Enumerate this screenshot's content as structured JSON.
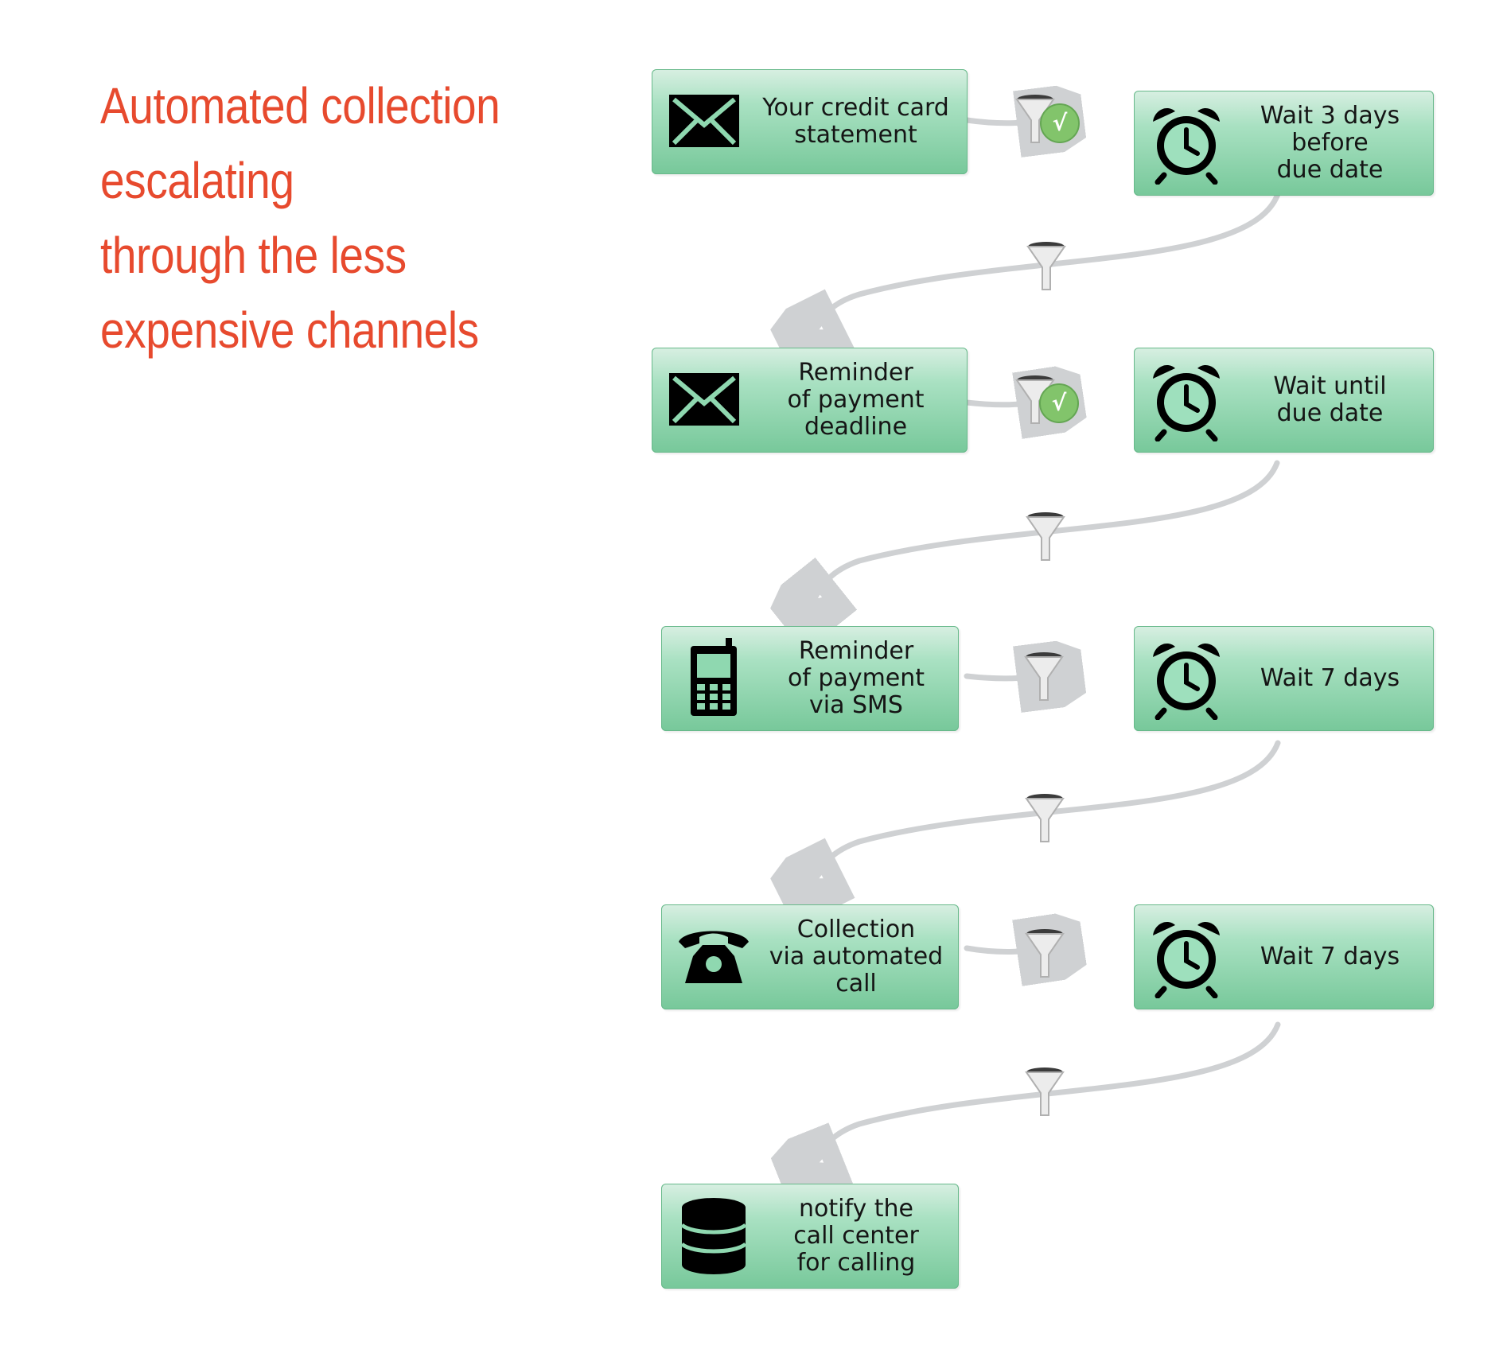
{
  "title_lines": [
    "Automated collection",
    "escalating",
    "through the less",
    "expensive channels"
  ],
  "nodes": [
    {
      "label": "Your credit card\nstatement",
      "icon": "envelope-icon"
    },
    {
      "label": "Wait 3 days\nbefore\ndue date",
      "icon": "alarm-clock-icon"
    },
    {
      "label": "Reminder\nof payment\ndeadline",
      "icon": "envelope-icon"
    },
    {
      "label": "Wait until\ndue date",
      "icon": "alarm-clock-icon"
    },
    {
      "label": "Reminder\nof payment\nvia SMS",
      "icon": "mobile-phone-icon"
    },
    {
      "label": "Wait 7 days",
      "icon": "alarm-clock-icon"
    },
    {
      "label": "Collection\nvia automated\ncall",
      "icon": "telephone-icon"
    },
    {
      "label": "Wait 7 days",
      "icon": "alarm-clock-icon"
    },
    {
      "label": "notify the\ncall center\nfor calling",
      "icon": "database-icon"
    }
  ],
  "filters": [
    {
      "icon": "filter-funnel-icon",
      "approved": true
    },
    {
      "icon": "filter-funnel-icon",
      "approved": false
    },
    {
      "icon": "filter-funnel-icon",
      "approved": true
    },
    {
      "icon": "filter-funnel-icon",
      "approved": false
    },
    {
      "icon": "filter-funnel-icon",
      "approved": false
    },
    {
      "icon": "filter-funnel-icon",
      "approved": false
    },
    {
      "icon": "filter-funnel-icon",
      "approved": false
    },
    {
      "icon": "filter-funnel-icon",
      "approved": false
    }
  ],
  "checkmark_symbol": "√",
  "colors": {
    "title": "#e74a2e",
    "node_gradient_top": "#d8efe2",
    "node_gradient_bottom": "#77c89a",
    "connector": "#cfd1d3",
    "checkmark_badge": "#82c46b"
  }
}
